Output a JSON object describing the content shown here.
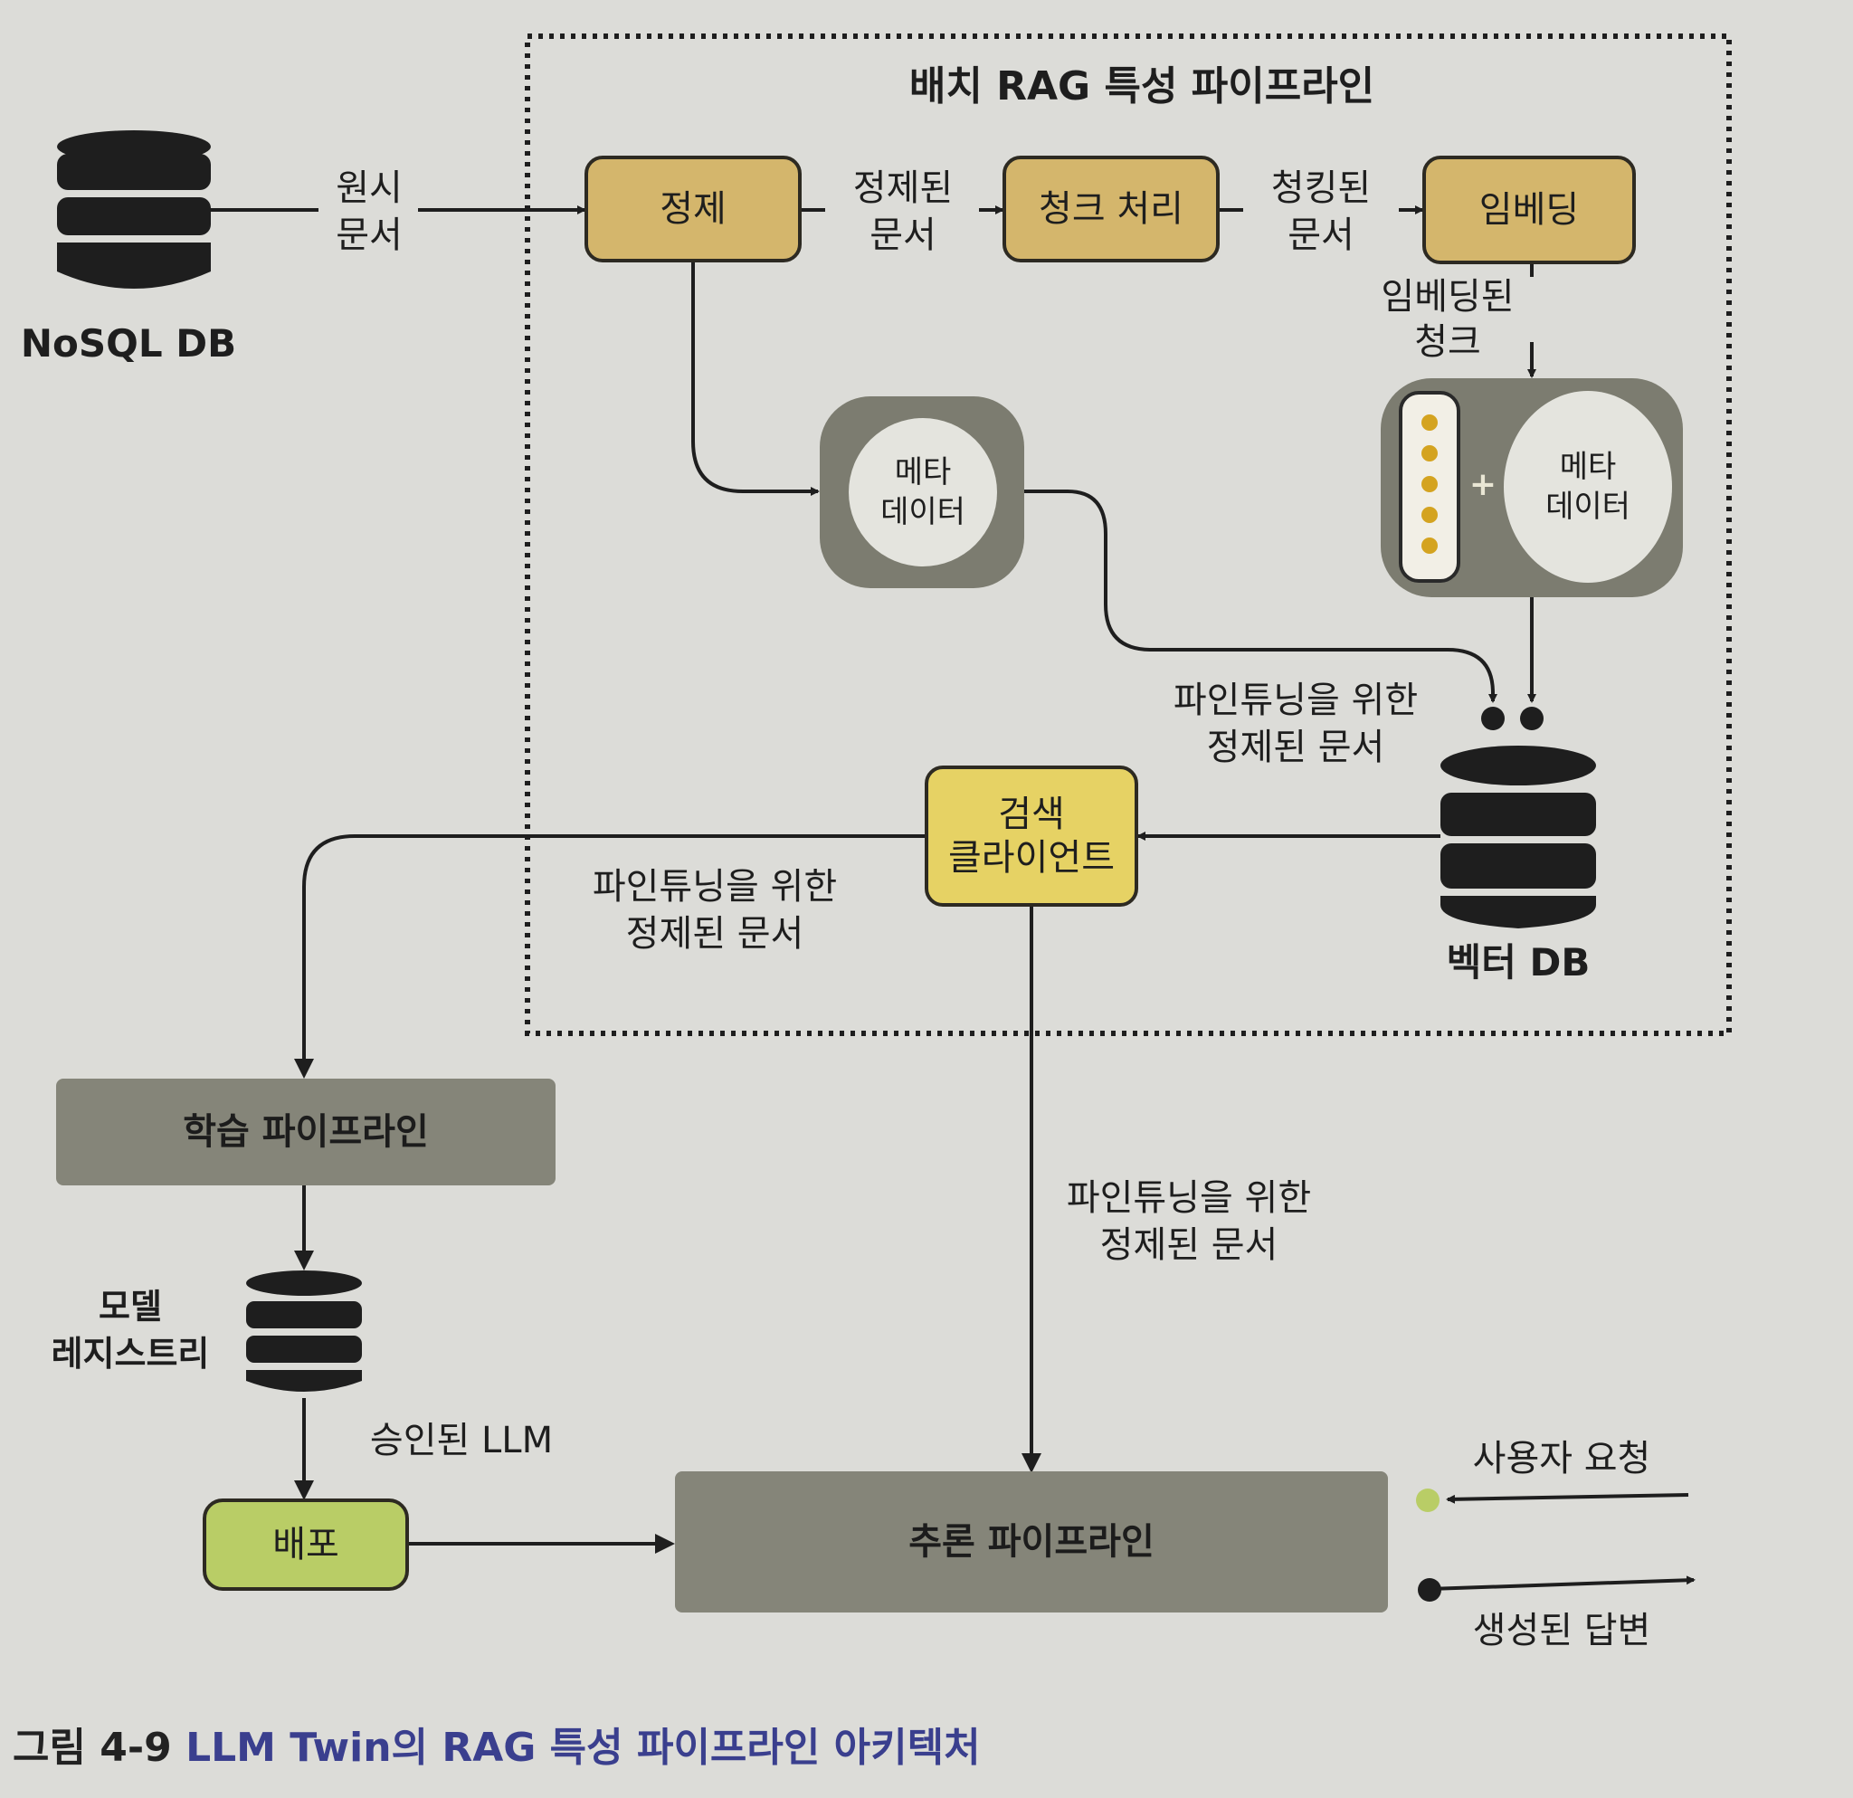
{
  "diagram": {
    "batch_title": "배치 RAG 특성 파이프라인",
    "nosql_db": "NoSQL DB",
    "raw_docs": [
      "원시",
      "문서"
    ],
    "clean": "정제",
    "cleaned_docs": [
      "정제된",
      "문서"
    ],
    "chunking": "청크 처리",
    "chunked_docs": [
      "청킹된",
      "문서"
    ],
    "embedding": "임베딩",
    "embedded_chunks": [
      "임베딩된",
      "청크"
    ],
    "metadata": [
      "메타",
      "데이터"
    ],
    "plus": "+",
    "finetune_docs_top": [
      "파인튜닝을 위한",
      "정제된 문서"
    ],
    "vector_db": "벡터 DB",
    "retrieval_client": [
      "검색",
      "클라이언트"
    ],
    "finetune_docs_left": [
      "파인튜닝을 위한",
      "정제된 문서"
    ],
    "finetune_docs_mid": [
      "파인튜닝을 위한",
      "정제된 문서"
    ],
    "training_pipeline": "학습 파이프라인",
    "model_registry": [
      "모델",
      "레지스트리"
    ],
    "approved_llm": "승인된 LLM",
    "deploy": "배포",
    "inference_pipeline": "추론 파이프라인",
    "user_request": "사용자 요청",
    "generated_answer": "생성된 답변"
  },
  "caption": {
    "prefix": "그림 4-9",
    "text": "LLM Twin의 RAG 특성 파이프라인 아키텍처"
  },
  "colors": {
    "process": "#d4b66c",
    "client": "#e6d264",
    "green": "#b9cd66",
    "pipeline": "#858579",
    "caption": "#3a3f8e"
  }
}
